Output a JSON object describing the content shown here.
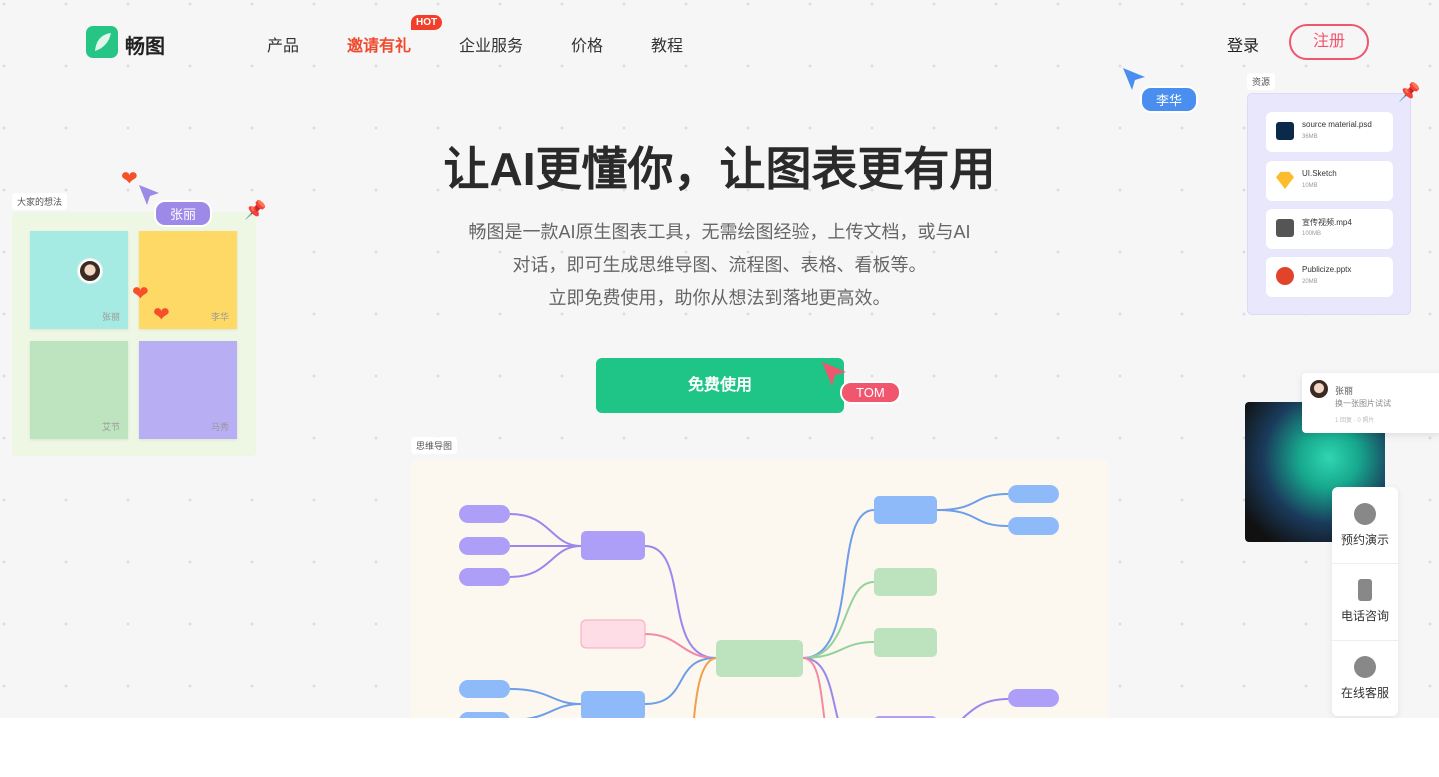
{
  "header": {
    "brand": "畅图",
    "nav": [
      "产品",
      "邀请有礼",
      "企业服务",
      "价格",
      "教程"
    ],
    "hot_badge": "HOT",
    "login": "登录",
    "register": "注册"
  },
  "hero": {
    "title": "让AI更懂你，让图表更有用",
    "subtitle_lines": [
      "畅图是一款AI原生图表工具，无需绘图经验，上传文档，或与AI",
      "对话，即可生成思维导图、流程图、表格、看板等。",
      "立即免费使用，助你从想法到落地更高效。"
    ],
    "cta": "免费使用"
  },
  "cursors": {
    "left": "张丽",
    "top_right": "李华",
    "cta": "TOM"
  },
  "ideas_board": {
    "label": "大家的想法",
    "notes": [
      {
        "name": "张丽",
        "color": "#a6ebe3"
      },
      {
        "name": "李华",
        "color": "#ffd966"
      },
      {
        "name": "艾节",
        "color": "#bde3bf"
      },
      {
        "name": "马秀",
        "color": "#b8aef3"
      }
    ]
  },
  "resources": {
    "label": "资源",
    "files": [
      {
        "name": "source material.psd",
        "size": "36MB",
        "icon": "photoshop-icon"
      },
      {
        "name": "UI.Sketch",
        "size": "10MB",
        "icon": "sketch-icon"
      },
      {
        "name": "宣传视频.mp4",
        "size": "100MB",
        "icon": "video-icon"
      },
      {
        "name": "Publicize.pptx",
        "size": "20MB",
        "icon": "powerpoint-icon"
      }
    ]
  },
  "comment": {
    "user": "张丽",
    "text": "换一张图片试试",
    "meta": "1 回复 · 0 照片"
  },
  "mindmap": {
    "label": "思维导图"
  },
  "side_widget": [
    {
      "label": "预约演示",
      "icon": "person-icon"
    },
    {
      "label": "电话咨询",
      "icon": "phone-icon"
    },
    {
      "label": "在线客服",
      "icon": "headset-icon"
    }
  ],
  "colors": {
    "brand": "#1fc586",
    "accent": "#f0566e",
    "hot": "#f33e2a"
  }
}
